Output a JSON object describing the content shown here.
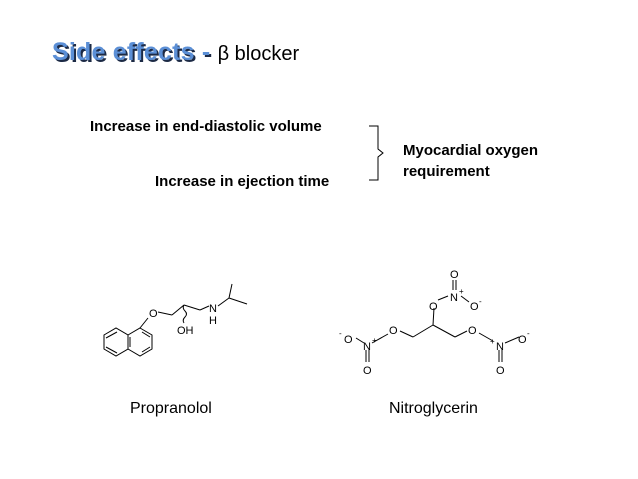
{
  "slide": {
    "title_main": "Side effects - ",
    "title_beta": "β",
    "title_rest": " blocker"
  },
  "effects": {
    "items": [
      "Increase in end-diastolic volume",
      "Increase in ejection time"
    ],
    "result_line1": "Myocardial oxygen",
    "result_line2": "requirement"
  },
  "molecules": {
    "propranolol": {
      "name": "Propranolol",
      "atoms": {
        "o": "O",
        "oh": "OH",
        "n": "N",
        "h": "H"
      }
    },
    "nitroglycerin": {
      "name": "Nitroglycerin",
      "atoms": {
        "o": "O",
        "n": "N",
        "plus": "+",
        "minus": "-"
      }
    }
  },
  "colors": {
    "title": "#5b8fd6",
    "title_shadow": "#1c2a45",
    "text": "#000000"
  }
}
